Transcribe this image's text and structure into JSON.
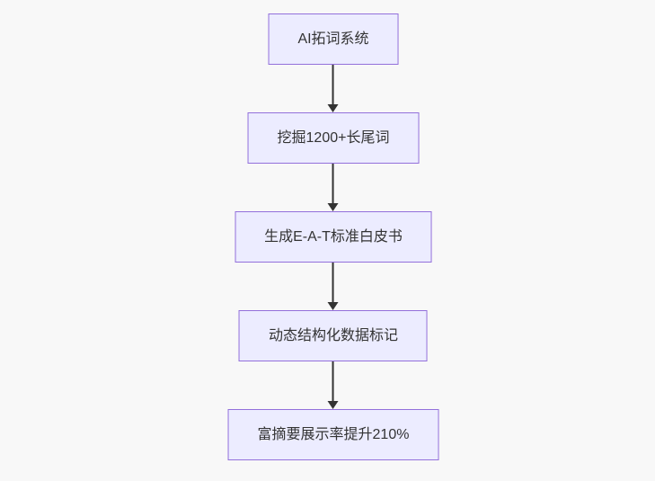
{
  "page": {
    "background_color": "#f8f8f8"
  },
  "diagram": {
    "type": "flowchart",
    "direction": "top-down",
    "style": {
      "node_fill_color": "#ECECFF",
      "node_border_color": "#9370DB",
      "node_text_color": "#333333",
      "arrow_color": "#333333"
    },
    "nodes": [
      {
        "id": "n1",
        "label": "AI拓词系统"
      },
      {
        "id": "n2",
        "label": "挖掘1200+长尾词"
      },
      {
        "id": "n3",
        "label": "生成E-A-T标准白皮书"
      },
      {
        "id": "n4",
        "label": "动态结构化数据标记"
      },
      {
        "id": "n5",
        "label": "富摘要展示率提升210%"
      }
    ],
    "edges": [
      {
        "from": "n1",
        "to": "n2"
      },
      {
        "from": "n2",
        "to": "n3"
      },
      {
        "from": "n3",
        "to": "n4"
      },
      {
        "from": "n4",
        "to": "n5"
      }
    ]
  }
}
